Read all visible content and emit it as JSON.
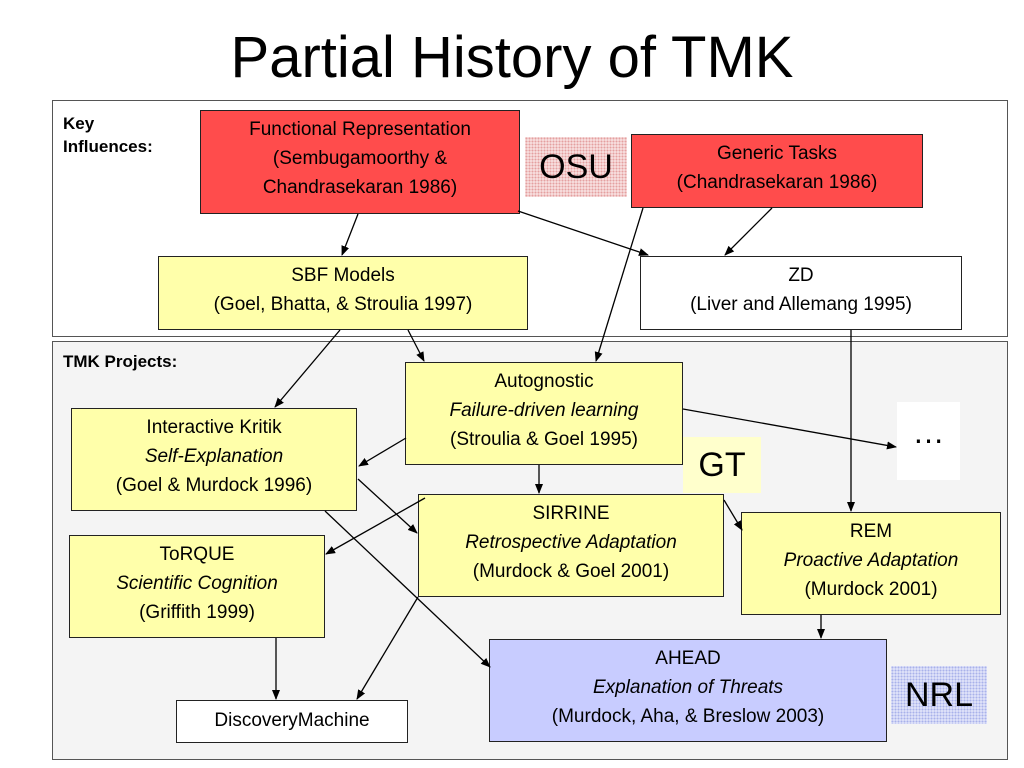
{
  "title": "Partial History of TMK",
  "panels": {
    "top_label": "Key\nInfluences:",
    "bottom_label": "TMK Projects:"
  },
  "nodes": {
    "functional_representation": [
      "Functional Representation",
      "(Sembugamoorthy &",
      "Chandrasekaran 1986)"
    ],
    "generic_tasks": [
      "Generic Tasks",
      "(Chandrasekaran 1986)"
    ],
    "sbf_models": [
      "SBF Models",
      "(Goel, Bhatta, & Stroulia 1997)"
    ],
    "zd": [
      "ZD",
      "(Liver and Allemang 1995)"
    ],
    "autognostic": [
      "Autognostic",
      "Failure-driven learning",
      "(Stroulia & Goel 1995)"
    ],
    "interactive_kritik": [
      "Interactive Kritik",
      "Self-Explanation",
      "(Goel & Murdock 1996)"
    ],
    "sirrine": [
      "SIRRINE",
      "Retrospective Adaptation",
      "(Murdock & Goel 2001)"
    ],
    "torque": [
      "ToRQUE",
      "Scientific Cognition",
      "(Griffith 1999)"
    ],
    "rem": [
      "REM",
      "Proactive Adaptation",
      "(Murdock 2001)"
    ],
    "ahead": [
      "AHEAD",
      "Explanation of Threats",
      "(Murdock, Aha, & Breslow  2003)"
    ],
    "discovery_machine": [
      "DiscoveryMachine"
    ]
  },
  "tags": {
    "osu": "OSU",
    "gt": "GT",
    "nrl": "NRL"
  },
  "ellipsis": "…",
  "colors": {
    "key_influence_fill": "#ff4c4c",
    "project_fill": "#ffffaa",
    "external_fill": "#ffffff",
    "nrl_fill": "#c8ccff",
    "edge": "#000000"
  },
  "edges": [
    [
      "functional_representation",
      "sbf_models"
    ],
    [
      "functional_representation",
      "zd"
    ],
    [
      "generic_tasks",
      "zd"
    ],
    [
      "generic_tasks",
      "autognostic"
    ],
    [
      "sbf_models",
      "autognostic"
    ],
    [
      "sbf_models",
      "interactive_kritik"
    ],
    [
      "zd",
      "rem"
    ],
    [
      "autognostic",
      "interactive_kritik"
    ],
    [
      "autognostic",
      "sirrine"
    ],
    [
      "autognostic",
      "ellipsis"
    ],
    [
      "interactive_kritik",
      "sirrine"
    ],
    [
      "interactive_kritik",
      "ahead"
    ],
    [
      "sirrine",
      "torque"
    ],
    [
      "sirrine",
      "discovery_machine"
    ],
    [
      "sirrine",
      "rem"
    ],
    [
      "torque",
      "discovery_machine"
    ],
    [
      "rem",
      "ahead"
    ]
  ]
}
